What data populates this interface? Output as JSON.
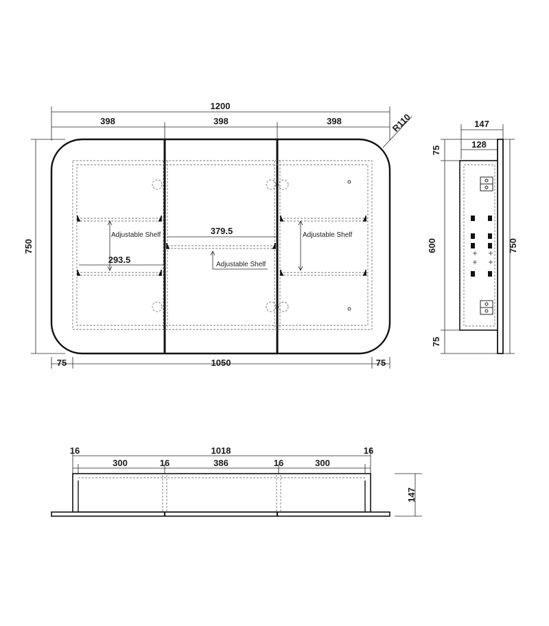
{
  "front_view": {
    "overall_width": "1200",
    "door_widths": [
      "398",
      "398",
      "398"
    ],
    "corner_radius": "R110",
    "height": "750",
    "side_inset_left": "75",
    "inner_width": "1050",
    "side_inset_right": "75",
    "shelf_label_left": "Adjustable Shelf",
    "shelf_label_middle": "Adjustable Shelf",
    "shelf_label_right": "Adjustable Shelf",
    "middle_shelf_width": "379.5",
    "side_shelf_width": "293.5"
  },
  "side_view": {
    "overall_depth": "147",
    "body_depth": "128",
    "top_offset": "75",
    "body_height": "600",
    "overall_height": "750",
    "bottom_offset": "75"
  },
  "top_view": {
    "overall_inner_width": "1018",
    "panel_left": "16",
    "panel_right": "16",
    "bay_widths": [
      "300",
      "386",
      "300"
    ],
    "divider_thicknesses": [
      "16",
      "16"
    ],
    "depth": "147"
  }
}
